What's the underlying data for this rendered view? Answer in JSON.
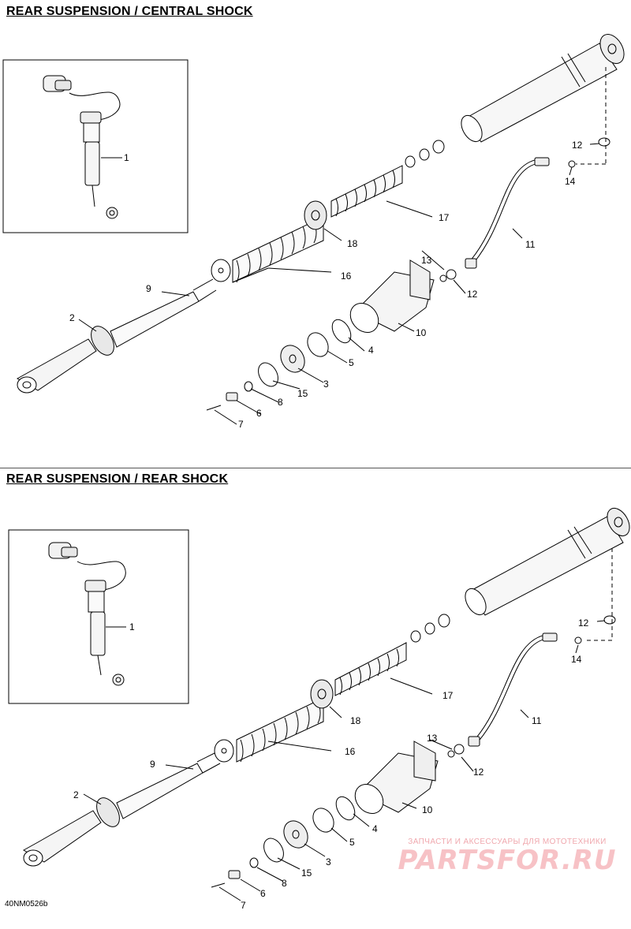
{
  "diagrams": [
    {
      "title": "REAR SUSPENSION / CENTRAL SHOCK",
      "callouts": {
        "c1": "1",
        "c2": "2",
        "c3": "3",
        "c4": "4",
        "c5": "5",
        "c6": "6",
        "c7": "7",
        "c8": "8",
        "c9": "9",
        "c10": "10",
        "c11": "11",
        "c12a": "12",
        "c12b": "12",
        "c13": "13",
        "c14": "14",
        "c15": "15",
        "c16": "16",
        "c17": "17",
        "c18": "18"
      }
    },
    {
      "title": "REAR SUSPENSION / REAR SHOCK",
      "callouts": {
        "c1": "1",
        "c2": "2",
        "c3": "3",
        "c4": "4",
        "c5": "5",
        "c6": "6",
        "c7": "7",
        "c8": "8",
        "c9": "9",
        "c10": "10",
        "c11": "11",
        "c12a": "12",
        "c12b": "12",
        "c13": "13",
        "c14": "14",
        "c15": "15",
        "c16": "16",
        "c17": "17",
        "c18": "18"
      }
    }
  ],
  "figure_code": "40NM0526b",
  "watermark": {
    "tagline": "ЗАПЧАСТИ И АКСЕССУАРЫ ДЛЯ МОТОТЕХНИКИ",
    "brand": "PARTSFOR.RU"
  }
}
